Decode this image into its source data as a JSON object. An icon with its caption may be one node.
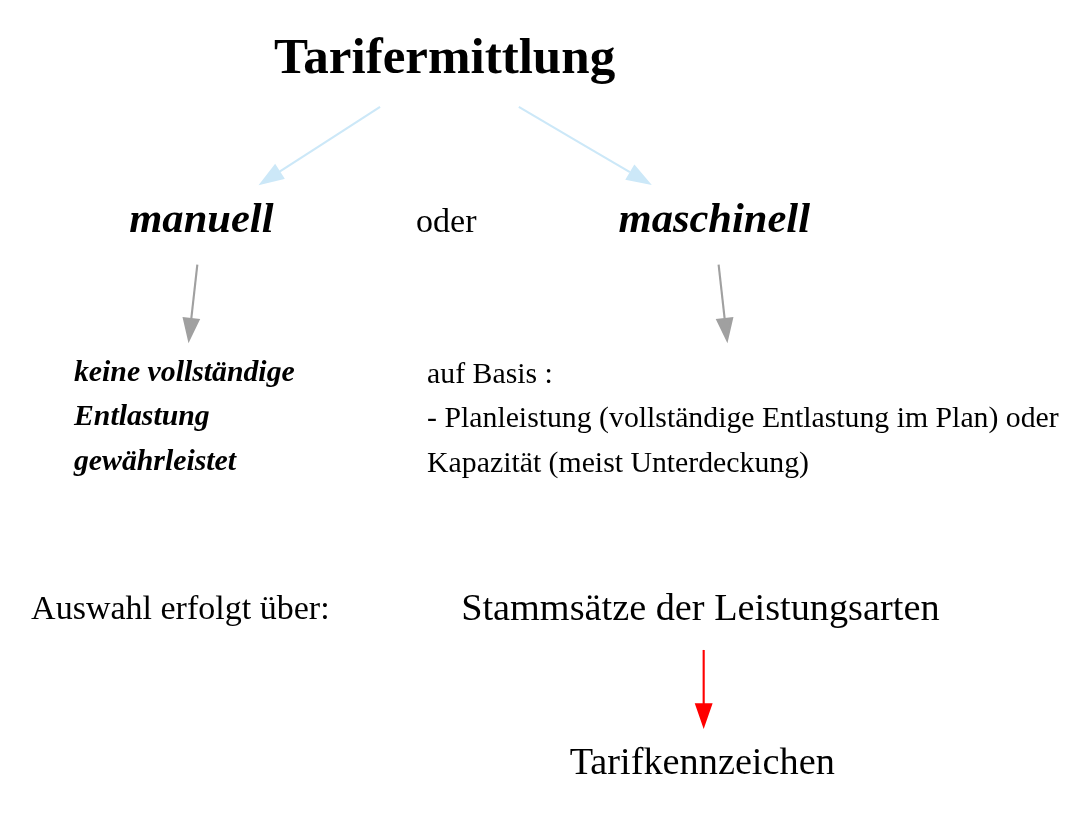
{
  "diagram": {
    "nodes": [
      {
        "text": [
          "Tarifermittlung"
        ]
      },
      {
        "text": [
          "manuell"
        ]
      },
      {
        "text": [
          "maschinell"
        ]
      },
      {
        "text": [
          "keine vollständige Entlastung gewährleistet"
        ]
      },
      {
        "text": [
          "auf Basis :",
          "- Planleistung (vollständige Entlastung im Plan) oder",
          "Kapazität (meist Unterdeckung)"
        ]
      },
      {
        "text": [
          "Stammsätze der Leistungsarten"
        ]
      },
      {
        "text": [
          "Tarifkennzeichen"
        ]
      }
    ],
    "edges": [
      {
        "from": 0,
        "to": 1,
        "arrow": "to",
        "color": "#cce8f8"
      },
      {
        "from": 0,
        "to": 2,
        "arrow": "to",
        "color": "#cce8f8"
      },
      {
        "from": 1,
        "to": 3,
        "arrow": "to",
        "color": "#a0a0a0"
      },
      {
        "from": 2,
        "to": 4,
        "arrow": "to",
        "color": "#a0a0a0"
      },
      {
        "from": 5,
        "to": 6,
        "arrow": "to",
        "color": "#ff0000"
      }
    ],
    "labels": [
      "oder",
      "Auswahl erfolgt über:"
    ]
  }
}
